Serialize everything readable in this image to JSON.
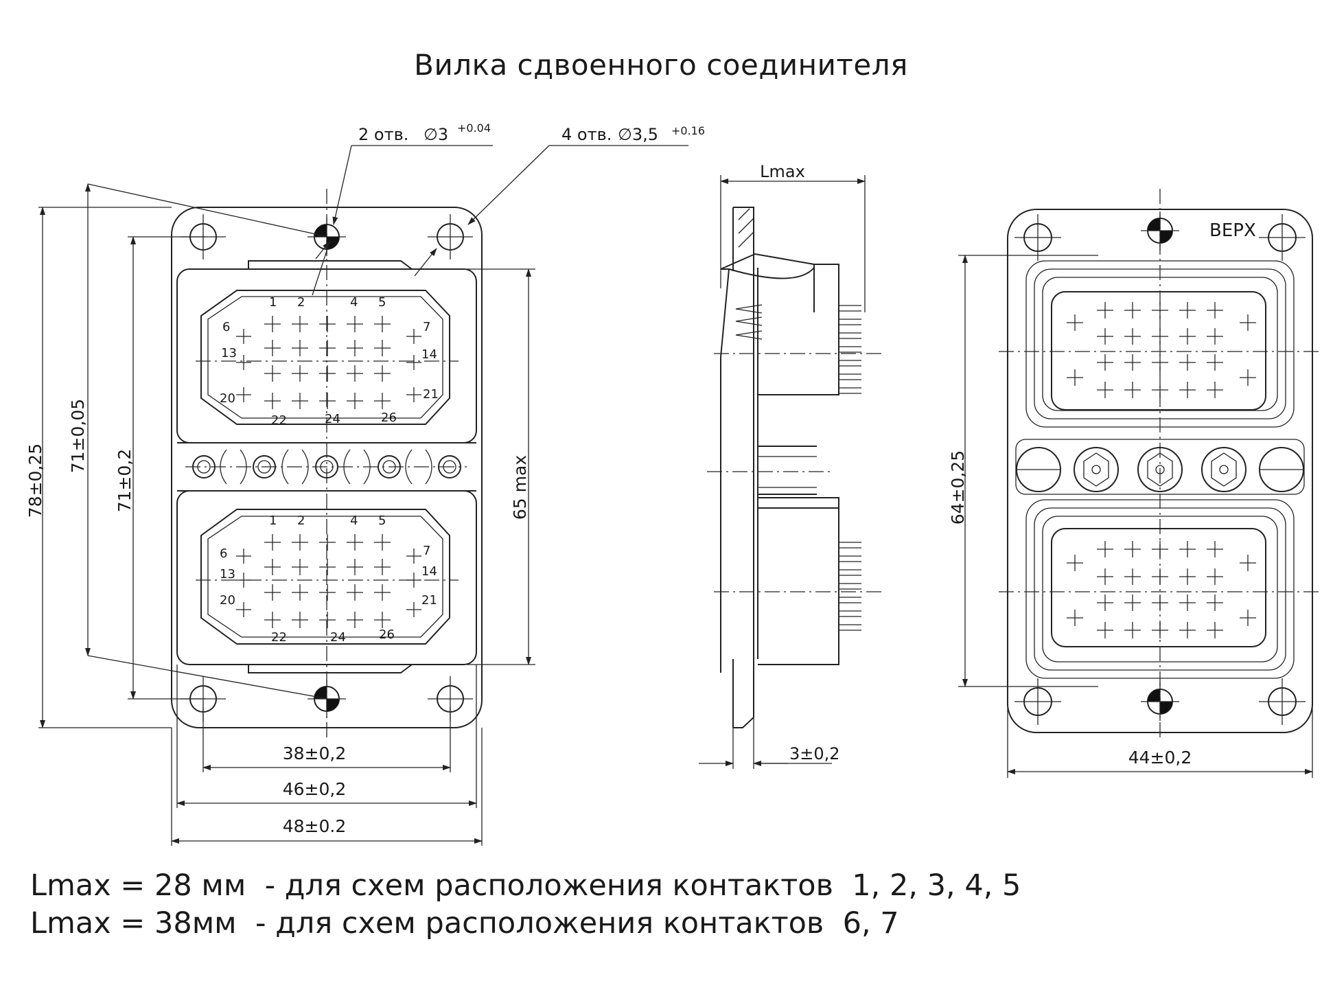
{
  "title": "Вилка сдвоенного соединителя",
  "callouts": {
    "holes_2": "2 отв.",
    "holes_2_dia": "∅3",
    "holes_2_tol": "+0.04",
    "holes_4": "4 отв.",
    "holes_4_dia": "∅3,5",
    "holes_4_tol": "+0.16"
  },
  "front_view": {
    "dims": {
      "h_78": "78±0,25",
      "h_71_05": "71±0,05",
      "h_71_2": "71±0,2",
      "h_65": "65 max",
      "w_38": "38±0,2",
      "w_46": "46±0,2",
      "w_48": "48±0.2"
    },
    "upper_labels": [
      "1",
      "2",
      "4",
      "5",
      "6",
      "7",
      "13",
      "14",
      "20",
      "21",
      "22",
      "24",
      "26"
    ],
    "lower_labels": [
      "1",
      "2",
      "4",
      "5",
      "6",
      "7",
      "13",
      "14",
      "20",
      "21",
      "22",
      "24",
      "26"
    ]
  },
  "side_view": {
    "dims": {
      "lmax": "Lmax",
      "thickness": "3±0,2"
    }
  },
  "rear_view": {
    "marker": "ВЕРХ",
    "dims": {
      "h_64": "64±0,25",
      "w_44": "44±0,2"
    }
  },
  "notes": [
    "Lmax = 28 мм  - для схем расположения контактов  1, 2, 3, 4, 5",
    "Lmax = 38мм  - для схем расположения контактов  6, 7"
  ],
  "colors": {
    "line": "#222222",
    "background": "#ffffff"
  }
}
